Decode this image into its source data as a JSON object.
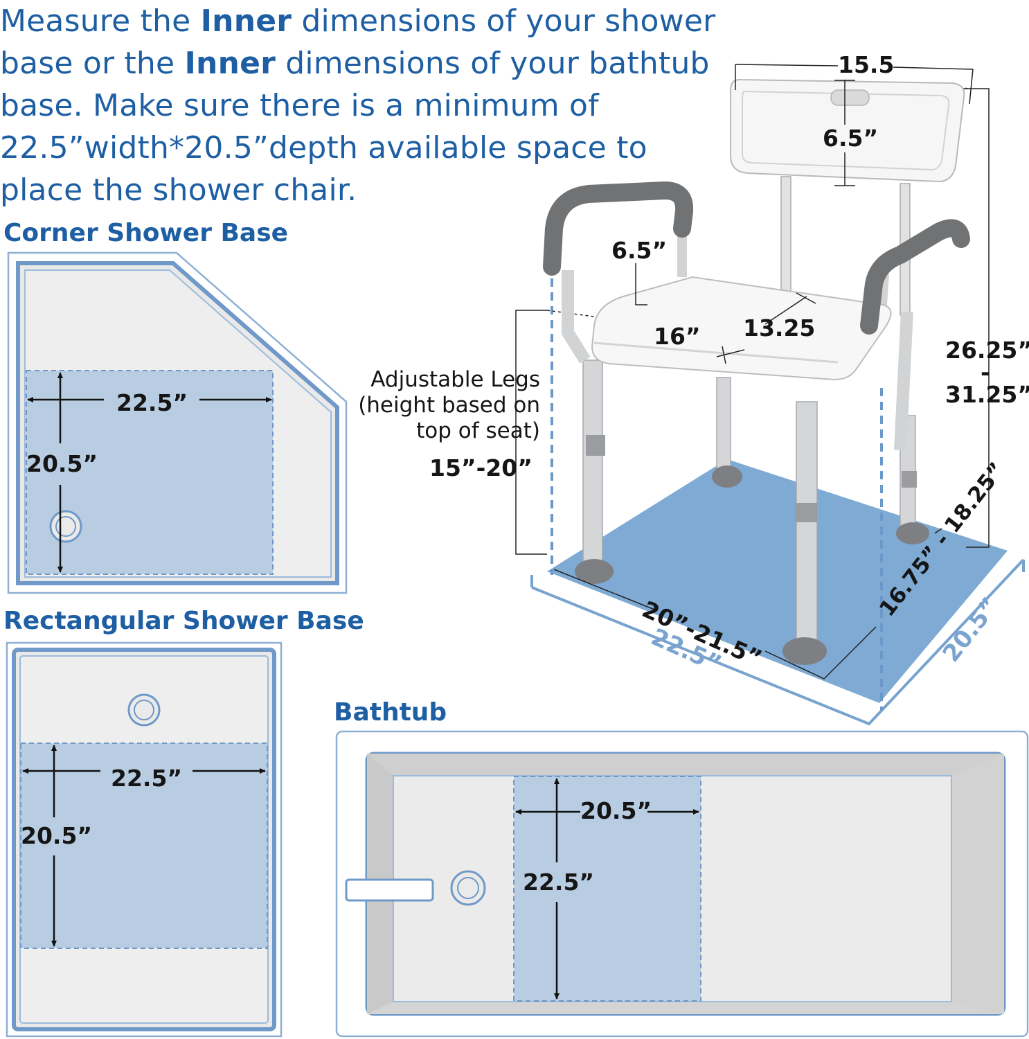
{
  "intro": {
    "part1": "Measure the ",
    "inner_a": "Inner",
    "part2": " dimensions of your shower base or the ",
    "inner_b": "Inner",
    "part3": " dimensions of your bathtub base. Make sure there is a minimum of 22.5”width*20.5”depth available space to place the shower chair."
  },
  "corner_base": {
    "heading": "Corner Shower Base",
    "width": "22.5”",
    "depth": "20.5”"
  },
  "rectangular_base": {
    "heading": "Rectangular Shower Base",
    "width": "22.5”",
    "depth": "20.5”"
  },
  "bathtub": {
    "heading": "Bathtub",
    "width": "20.5”",
    "depth": "22.5”"
  },
  "chair": {
    "back_width": "15.5",
    "back_height": "6.5”",
    "arm_height": "6.5”",
    "seat_width": "16”",
    "seat_depth": "13.25",
    "total_height_min": "26.25”",
    "range_dash": "-",
    "total_height_max": "31.25”",
    "legs_note": "Adjustable Legs\n(height based on\ntop of seat)",
    "legs_range": "15”-20”",
    "base_width": "20”-21.5”",
    "base_depth": "16.75” - 18.25”",
    "floor_width": "22.5”",
    "floor_depth": "20.5”"
  },
  "colors": {
    "accent_blue": "#1e5fa4",
    "floor_blue": "#7eaad4",
    "space_blue": "#b9cde2",
    "dim_blue": "#6e99c6",
    "tray_grey": "#e9e9e9",
    "label_black": "#151515"
  }
}
